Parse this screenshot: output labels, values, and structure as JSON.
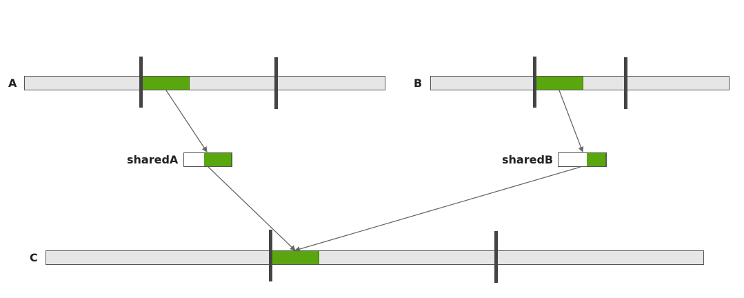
{
  "labels": {
    "a": "A",
    "b": "B",
    "c": "C",
    "shared_a": "sharedA",
    "shared_b": "sharedB"
  },
  "colors": {
    "array_fill": "#e6e6e6",
    "segment_fill": "#5aa60f",
    "tick": "#444444",
    "arrow": "#666666"
  }
}
